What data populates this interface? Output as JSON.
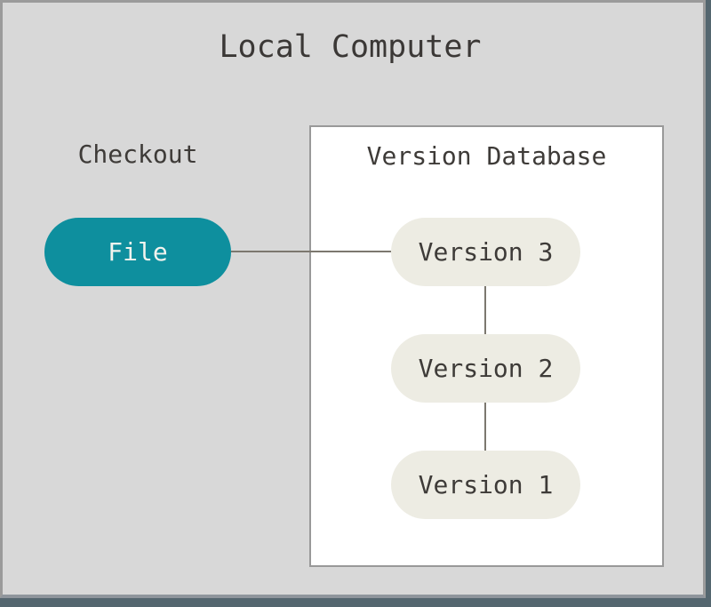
{
  "diagram": {
    "title": "Local Computer",
    "checkout": {
      "label": "Checkout",
      "file_node_label": "File"
    },
    "version_database": {
      "title": "Version Database",
      "versions": [
        "Version 3",
        "Version 2",
        "Version 1"
      ]
    },
    "connections": [
      "file-to-version3",
      "version3-to-version2",
      "version2-to-version1"
    ],
    "colors": {
      "page_background": "#d8d8d8",
      "frame_border": "#9b9b9b",
      "frame_edge_shadow": "#54666f",
      "database_box_background": "#ffffff",
      "database_box_border": "#999999",
      "file_node_fill": "#0e8f9e",
      "file_node_text": "#f2f3ee",
      "version_node_fill": "#edece3",
      "version_node_text": "#3e3b38",
      "connector_line": "#7c786f",
      "title_text": "#3b3836"
    }
  }
}
